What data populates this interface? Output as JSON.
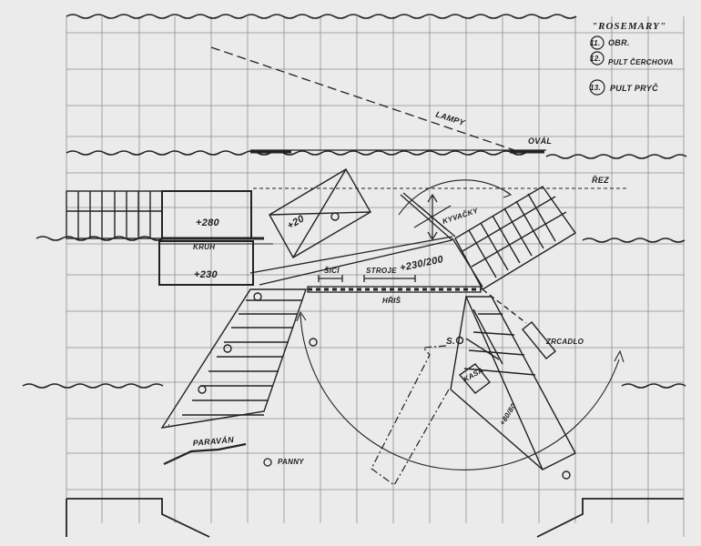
{
  "title": "\"ROSEMARY\"",
  "legend": [
    {
      "number": "11.",
      "text": "OBR."
    },
    {
      "number": "12.",
      "text": "PULT ČERCHOVA"
    },
    {
      "number": "13.",
      "text": "PULT PRYČ"
    }
  ],
  "labels": {
    "lampy": "LAMPY",
    "oval": "OVÁL",
    "rez": "ŘEZ",
    "kyvacky": "KYVAČKY",
    "val_280": "+280",
    "val_20": "+20",
    "val_230": "+230",
    "kruh": "KRUH",
    "val_230_200": "+230/200",
    "sici": "ŠICÍ",
    "stroje": "STROJE",
    "hriste": "HŘIŠ",
    "zrcadlo": "ZRCADLO",
    "kasa": "KASA",
    "val_80": "+80/80",
    "paravan": "PARAVÁN",
    "panny": "PANNY",
    "s_mark": "S."
  },
  "colors": {
    "paper": "#ebebeb",
    "ink": "#222222",
    "grid": "#8f8f8f"
  }
}
